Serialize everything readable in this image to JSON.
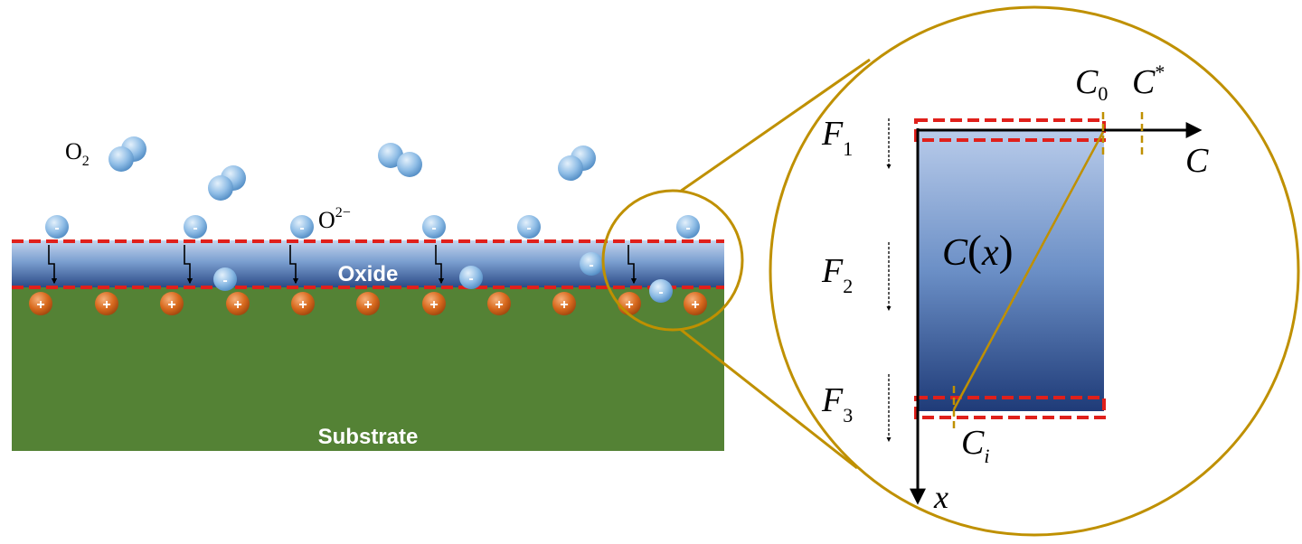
{
  "labels": {
    "o2": "O",
    "o2_sub": "2",
    "o2minus": "O",
    "o2minus_sup": "2−",
    "oxide": "Oxide",
    "substrate": "Substrate",
    "c0": "C",
    "c0_sub": "0",
    "cstar": "C",
    "cstar_sup": "*",
    "c_axis": "C",
    "cx": "C",
    "cx_var": "x",
    "cx_open": "(",
    "cx_close": ")",
    "ci": "C",
    "ci_sub": "i",
    "x_axis": "x",
    "f1": "F",
    "f1_sub": "1",
    "f2": "F",
    "f2_sub": "2",
    "f3": "F",
    "f3_sub": "3"
  },
  "symbols": {
    "minus": "-",
    "plus": "+"
  },
  "colors": {
    "substrate": "#548235",
    "oxide_light": "#b4c7e7",
    "oxide_dark": "#203864",
    "dashed_border": "#e0201b",
    "magnifier": "#bf9000",
    "anion": "#5b9bd5",
    "cation": "#c55a11",
    "text": "#000000",
    "label_light": "#ffffff"
  }
}
